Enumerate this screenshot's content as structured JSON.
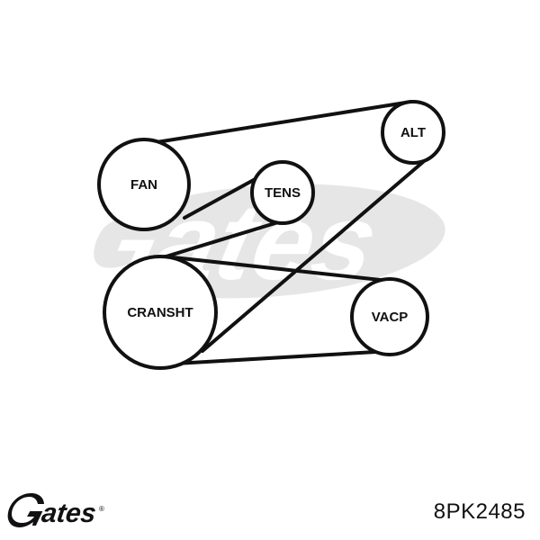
{
  "diagram": {
    "pulleys": {
      "fan": {
        "label": "FAN"
      },
      "tens": {
        "label": "TENS"
      },
      "alt": {
        "label": "ALT"
      },
      "cranshaft": {
        "label": "CRANSHT"
      },
      "vacp": {
        "label": "VACP"
      }
    }
  },
  "brand": {
    "logo_text": "Gates",
    "logo_color": "#111111",
    "watermark_color": "#e6e6e6"
  },
  "part_number": "8PK2485"
}
